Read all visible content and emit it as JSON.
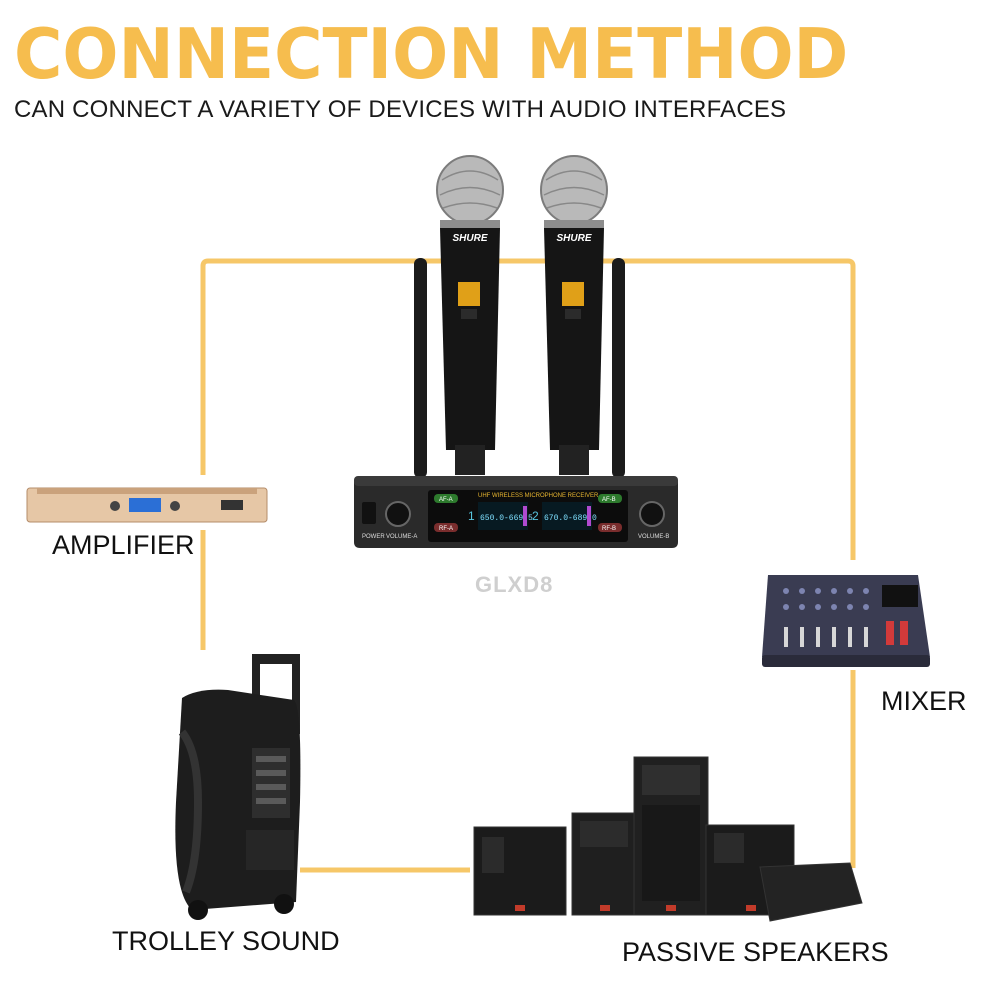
{
  "header": {
    "title": "CONNECTION METHOD",
    "subtitle": "CAN CONNECT A VARIETY OF DEVICES WITH AUDIO INTERFACES"
  },
  "receiver": {
    "model": "GLXD8",
    "brand": "SHURE",
    "panel_title": "UHF WIRELESS MICROPHONE RECEIVER",
    "channel_a_freq": "650.0-669.5",
    "channel_b_freq": "670.0-689.0",
    "af_a": "AF-A",
    "af_b": "AF-B",
    "rf_a": "RF-A",
    "rf_b": "RF-B",
    "power": "POWER",
    "volume_a": "VOLUME-A",
    "volume_b": "VOLUME-B",
    "ch1": "1",
    "ch2": "2"
  },
  "devices": {
    "amplifier": "AMPLIFIER",
    "mixer": "MIXER",
    "trolley": "TROLLEY SOUND",
    "speakers": "PASSIVE SPEAKERS"
  },
  "colors": {
    "title": "#f6bd4e",
    "connector": "#f6c768"
  }
}
